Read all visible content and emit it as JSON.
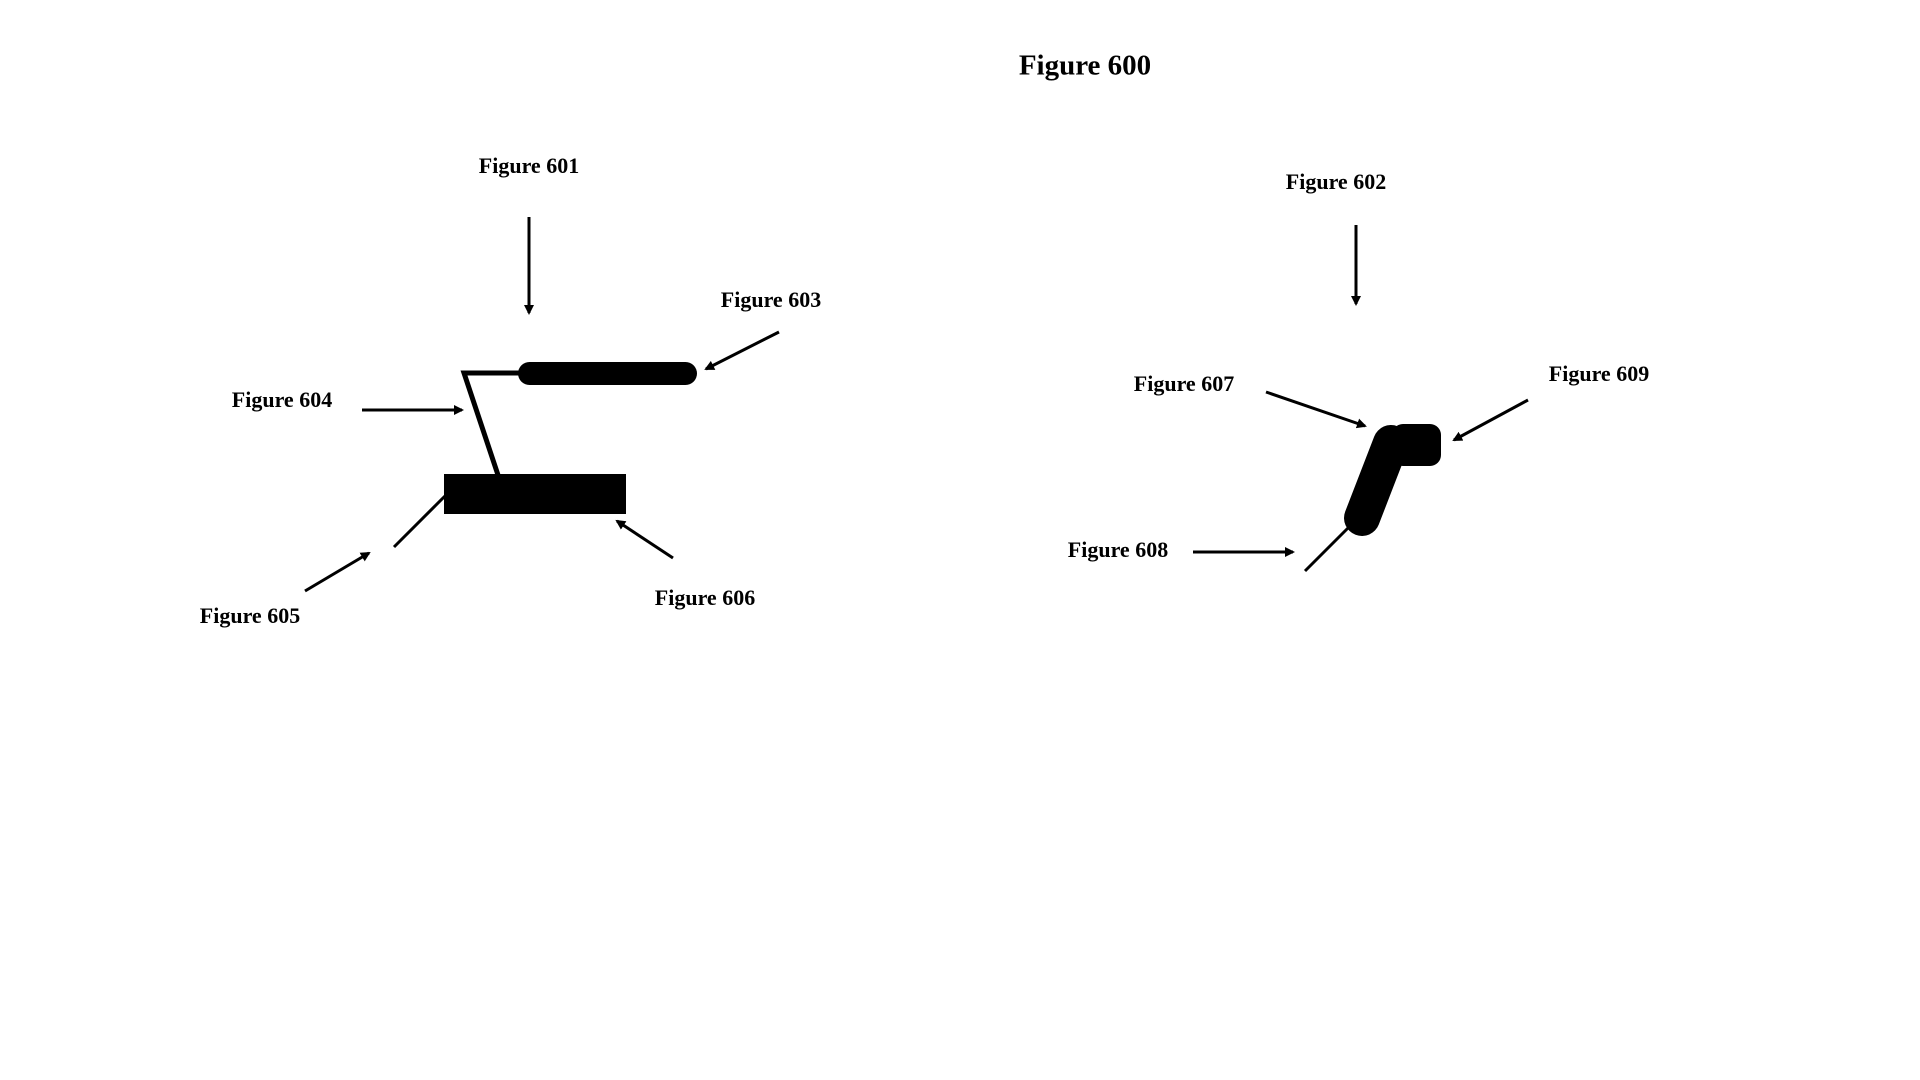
{
  "title": "Figure 600",
  "labels": {
    "f601": "Figure 601",
    "f602": "Figure 602",
    "f603": "Figure 603",
    "f604": "Figure 604",
    "f605": "Figure 605",
    "f606": "Figure 606",
    "f607": "Figure 607",
    "f608": "Figure 608",
    "f609": "Figure 609"
  }
}
